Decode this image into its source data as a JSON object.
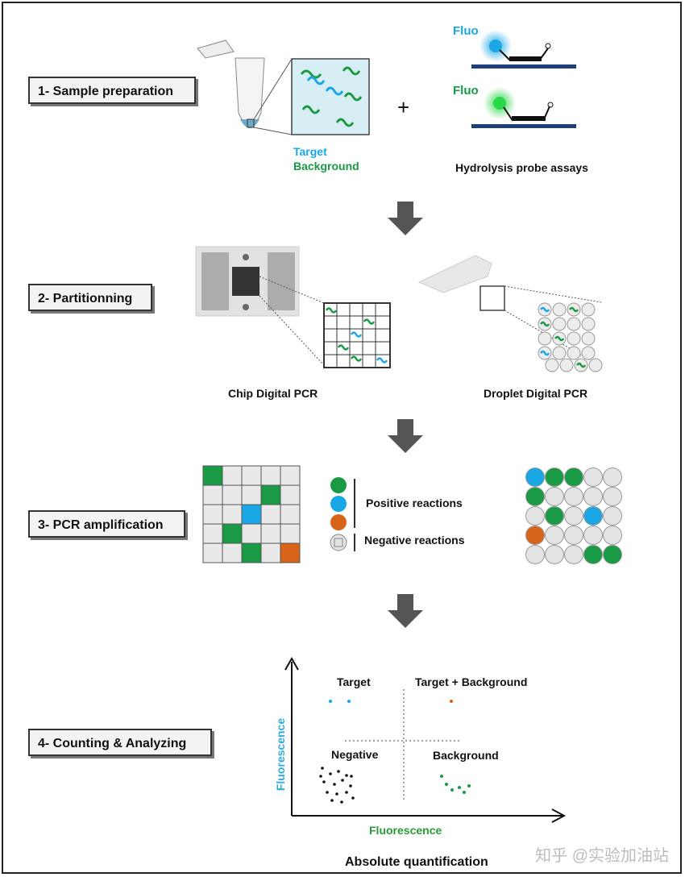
{
  "steps": [
    {
      "label": "1- Sample preparation"
    },
    {
      "label": "2- Partitionning"
    },
    {
      "label": "3- PCR amplification"
    },
    {
      "label": "4- Counting & Analyzing"
    }
  ],
  "sample": {
    "target_label": "Target",
    "background_label": "Background",
    "plus": "+",
    "probe_fluo_1": "Fluo",
    "probe_fluo_2": "Fluo",
    "probe_caption": "Hydrolysis probe assays"
  },
  "partition": {
    "chip_caption": "Chip Digital PCR",
    "droplet_caption": "Droplet Digital PCR"
  },
  "amplification": {
    "positive_label": "Positive reactions",
    "negative_label": "Negative reactions"
  },
  "analysis": {
    "q_target": "Target",
    "q_target_background": "Target + Background",
    "q_negative": "Negative",
    "q_background": "Background",
    "x_axis": "Fluorescence",
    "y_axis": "Fluorescence",
    "caption": "Absolute quantification"
  },
  "watermark": "知乎 @实验加油站",
  "colors": {
    "green": "#1a9a44",
    "blue": "#1aa7e6",
    "orange": "#d8641a",
    "grey": "#e3e3e3",
    "axis_blue": "#33aadd",
    "axis_green": "#2a9a3a"
  }
}
